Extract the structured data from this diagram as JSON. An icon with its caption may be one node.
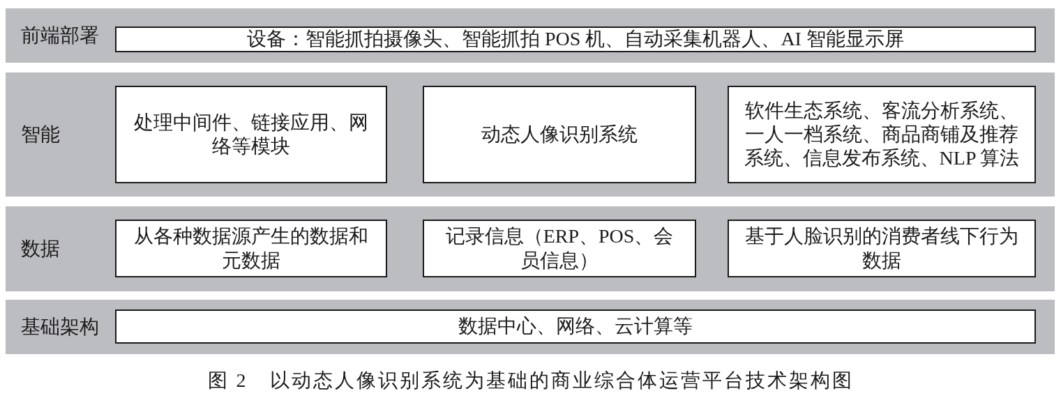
{
  "diagram": {
    "caption": "图 2　以动态人像识别系统为基础的商业综合体运营平台技术架构图",
    "nodes": [
      {
        "text": [
          "前端部署"
        ]
      },
      {
        "text": [
          "设备：智能抓拍摄像头、智能抓拍 POS 机、自动采集机器人、AI 智能显示屏"
        ],
        "in": 0
      },
      {
        "text": [
          "智能"
        ]
      },
      {
        "text": [
          "处理中间件、链接应用、网络等模块"
        ],
        "in": 2
      },
      {
        "text": [
          "动态人像识别系统"
        ],
        "in": 2
      },
      {
        "text": [
          "软件生态系统、客流分析系统、一人一档系统、商品商铺及推荐系统、信息发布系统、NLP 算法"
        ],
        "in": 2
      },
      {
        "text": [
          "数据"
        ]
      },
      {
        "text": [
          "从各种数据源产生的数据和元数据"
        ],
        "in": 6
      },
      {
        "text": [
          "记录信息（ERP、POS、会员信息）"
        ],
        "in": 6
      },
      {
        "text": [
          "基于人脸识别的消费者线下行为数据"
        ],
        "in": 6
      },
      {
        "text": [
          "基础架构"
        ]
      },
      {
        "text": [
          "数据中心、网络、云计算等"
        ],
        "in": 10
      }
    ]
  }
}
